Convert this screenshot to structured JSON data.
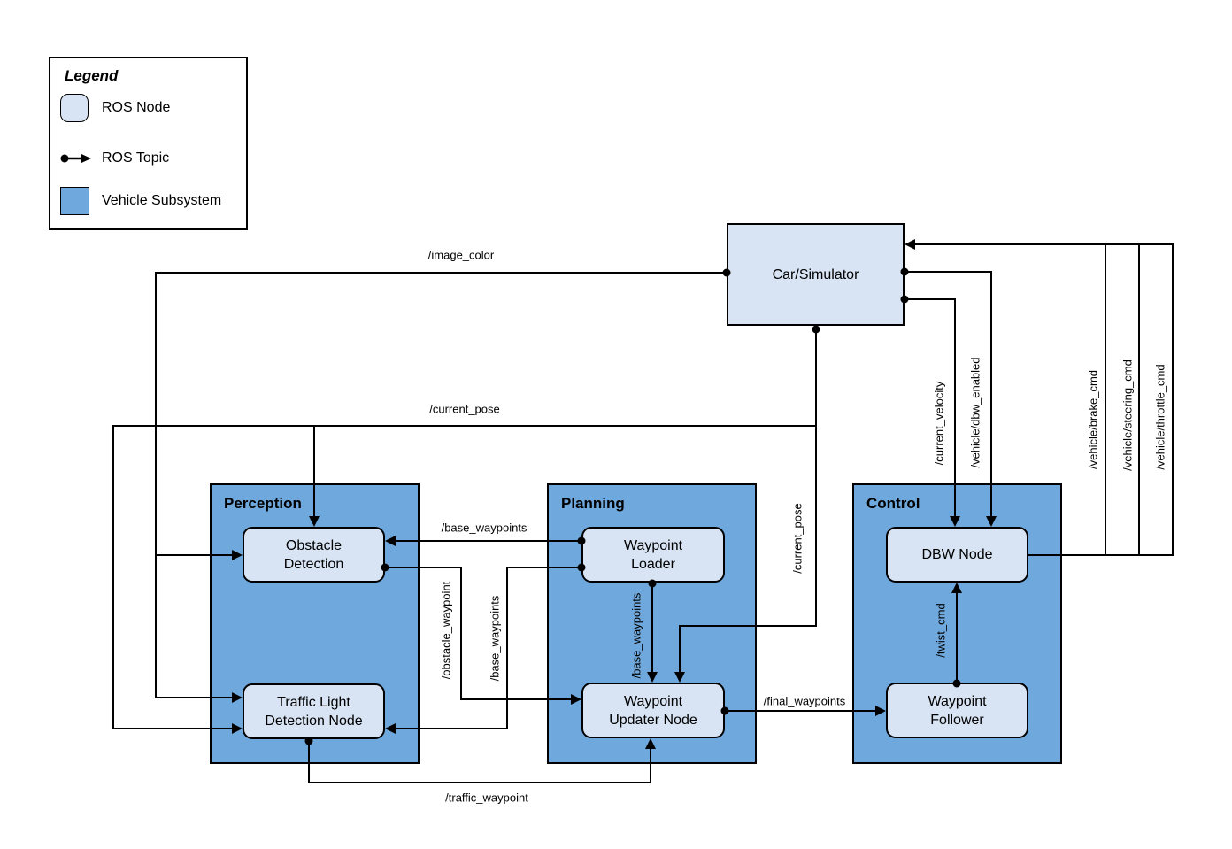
{
  "legend": {
    "title": "Legend",
    "items": [
      {
        "swatch": "ros-node",
        "label": "ROS Node"
      },
      {
        "swatch": "ros-topic",
        "label": "ROS Topic"
      },
      {
        "swatch": "vehicle-subsystem",
        "label": "Vehicle Subsystem"
      }
    ]
  },
  "subsystems": {
    "perception": {
      "label": "Perception"
    },
    "planning": {
      "label": "Planning"
    },
    "control": {
      "label": "Control"
    }
  },
  "nodes": {
    "car_simulator": {
      "lines": [
        "Car/Simulator"
      ]
    },
    "obstacle_detection": {
      "lines": [
        "Obstacle",
        "Detection"
      ]
    },
    "traffic_light_detection": {
      "lines": [
        "Traffic Light",
        "Detection Node"
      ]
    },
    "waypoint_loader": {
      "lines": [
        "Waypoint",
        "Loader"
      ]
    },
    "waypoint_updater": {
      "lines": [
        "Waypoint",
        "Updater Node"
      ]
    },
    "dbw_node": {
      "lines": [
        "DBW Node"
      ]
    },
    "waypoint_follower": {
      "lines": [
        "Waypoint",
        "Follower"
      ]
    }
  },
  "topics": {
    "image_color": "/image_color",
    "current_pose": "/current_pose",
    "base_waypoints": "/base_waypoints",
    "obstacle_waypoint": "/obstacle_waypoint",
    "traffic_waypoint": "/traffic_waypoint",
    "final_waypoints": "/final_waypoints",
    "twist_cmd": "/twist_cmd",
    "current_velocity": "/current_velocity",
    "dbw_enabled": "/vehicle/dbw_enabled",
    "brake_cmd": "/vehicle/brake_cmd",
    "steering_cmd": "/vehicle/steering_cmd",
    "throttle_cmd": "/vehicle/throttle_cmd"
  },
  "colors": {
    "node_fill": "#D8E4F3",
    "subsystem_fill": "#6FA8DC",
    "stroke": "#000000",
    "background": "#FFFFFF"
  }
}
